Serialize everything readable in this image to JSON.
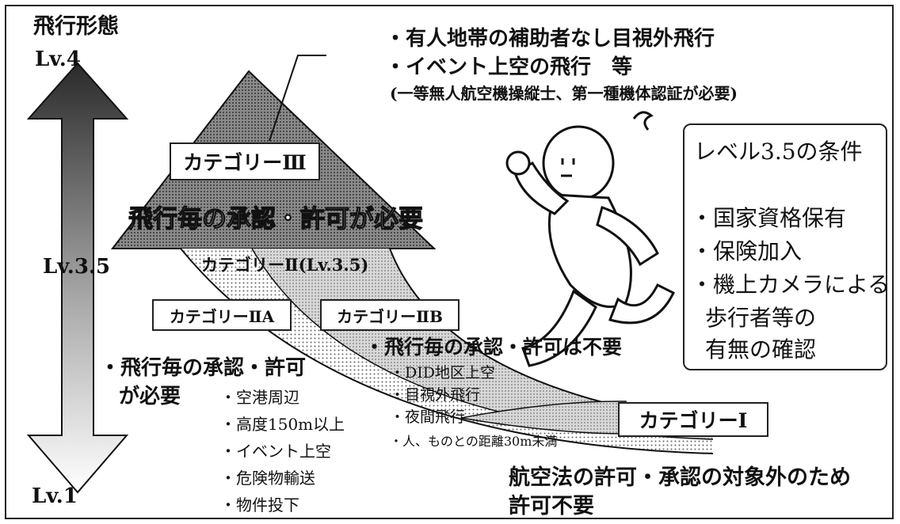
{
  "levels": {
    "form_title": "飛行形態",
    "top": "Lv.4",
    "mid": "Lv.3.5",
    "bottom": "Lv.1"
  },
  "level4_note": {
    "line1": "・有人地帯の補助者なし目視外飛行",
    "line2": "・イベント上空の飛行　等",
    "line3": "(一等無人航空機操縦士、第一種機体認証が必要)"
  },
  "category3": {
    "label": "カテゴリーⅢ",
    "note": "飛行毎の承認・許可が必要"
  },
  "category2": {
    "label": "カテゴリーⅡ(Lv.3.5)",
    "label_a": "カテゴリーⅡA",
    "label_b": "カテゴリーⅡB"
  },
  "category2a": {
    "note_line1": "・飛行毎の承認・許可",
    "note_line2": "が必要",
    "items": [
      "・空港周辺",
      "・高度150m以上",
      "・イベント上空",
      "・危険物輸送",
      "・物件投下"
    ]
  },
  "category2b": {
    "note": "・飛行毎の承認・許可は不要",
    "items": [
      "・DID地区上空",
      "・目視外飛行",
      "・夜間飛行",
      "・人、ものとの距離30m未満"
    ]
  },
  "category1": {
    "label": "カテゴリーⅠ",
    "note_line1": "航空法の許可・承認の対象外のため",
    "note_line2": "許可不要"
  },
  "level35_conditions": {
    "title": "レベル3.5の条件",
    "items": [
      "・国家資格保有",
      "・保険加入",
      "・機上カメラによる"
    ],
    "item3_cont": [
      "歩行者等の",
      "有無の確認"
    ]
  },
  "colors": {
    "line": "#111111",
    "dark_fill": "#555555",
    "mid_fill": "#9a9a9a",
    "light_fill": "#cfcfcf",
    "background": "#ffffff"
  }
}
